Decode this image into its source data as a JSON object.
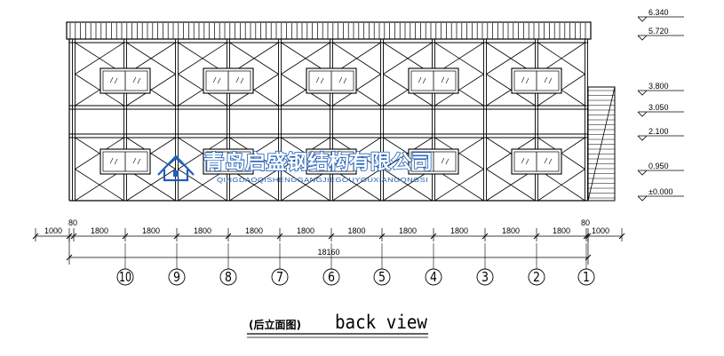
{
  "drawing": {
    "levels": [
      "6.340",
      "5.720",
      "3.800",
      "3.050",
      "2.100",
      "0.950",
      "±0.000"
    ],
    "edge_dims": {
      "left_offset": "80",
      "right_offset": "80",
      "left_overhang": "1000",
      "right_overhang": "1000"
    },
    "bay_dims": [
      "1800",
      "1800",
      "1800",
      "1800",
      "1800",
      "1800",
      "1800",
      "1800",
      "1800",
      "1800"
    ],
    "total_dim": "18160",
    "axis_labels": [
      "10",
      "9",
      "8",
      "7",
      "6",
      "5",
      "4",
      "3",
      "2",
      "1"
    ],
    "caption_cn": "(后立面图)",
    "caption_en": "back view"
  },
  "watermark": {
    "company_cn": "青岛启盛钢结构有限公司",
    "company_en": "QINGDAOQISHENGGANGJIEGOUYOUXIANGONGSI",
    "logo_icon": "house-logo-icon",
    "color": "#1f5fb8"
  }
}
